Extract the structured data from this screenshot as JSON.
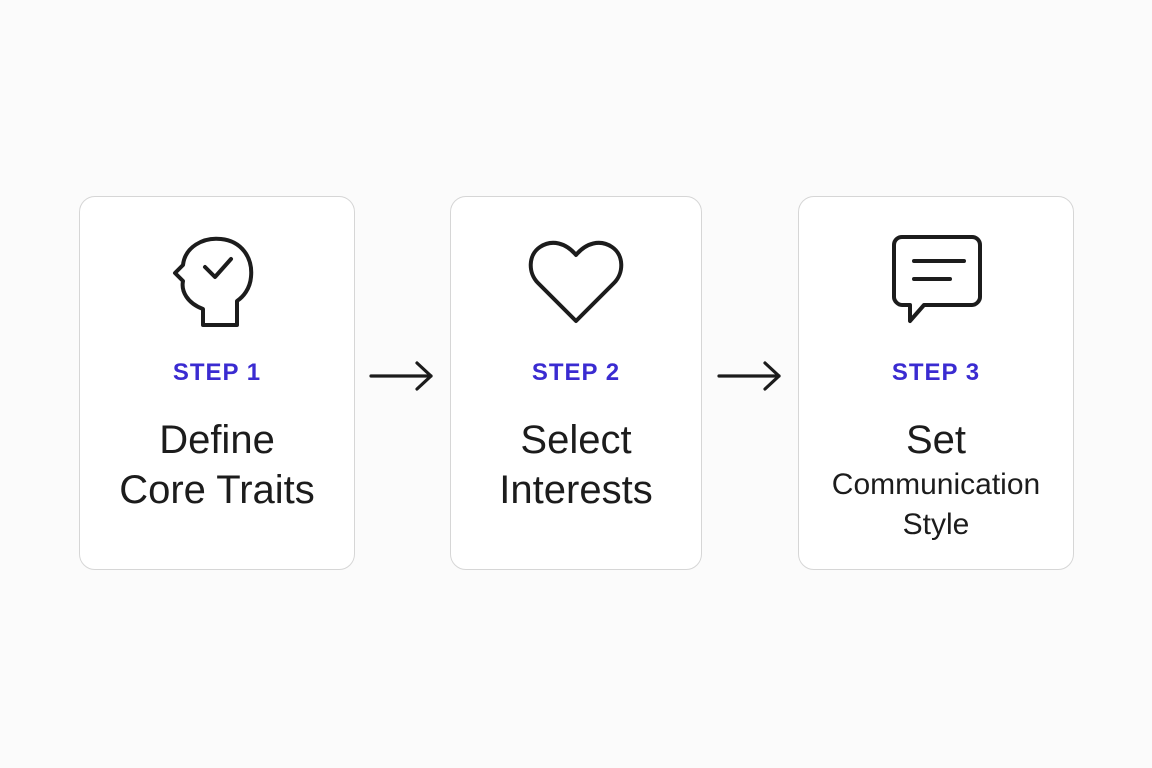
{
  "steps": [
    {
      "step": "STEP 1",
      "title_line1": "Define",
      "title_line2": "Core Traits",
      "icon": "head-check-icon"
    },
    {
      "step": "STEP 2",
      "title_line1": "Select",
      "title_line2": "Interests",
      "icon": "heart-icon"
    },
    {
      "step": "STEP 3",
      "title_line1": "Set",
      "title_line2": "Communication",
      "title_line3": "Style",
      "icon": "chat-bubble-icon"
    }
  ],
  "colors": {
    "accent": "#3a2bd1",
    "text": "#1c1c1c",
    "card_border": "#d6d6d6",
    "background": "#fbfbfb",
    "icon_stroke": "#1c1c1c"
  }
}
